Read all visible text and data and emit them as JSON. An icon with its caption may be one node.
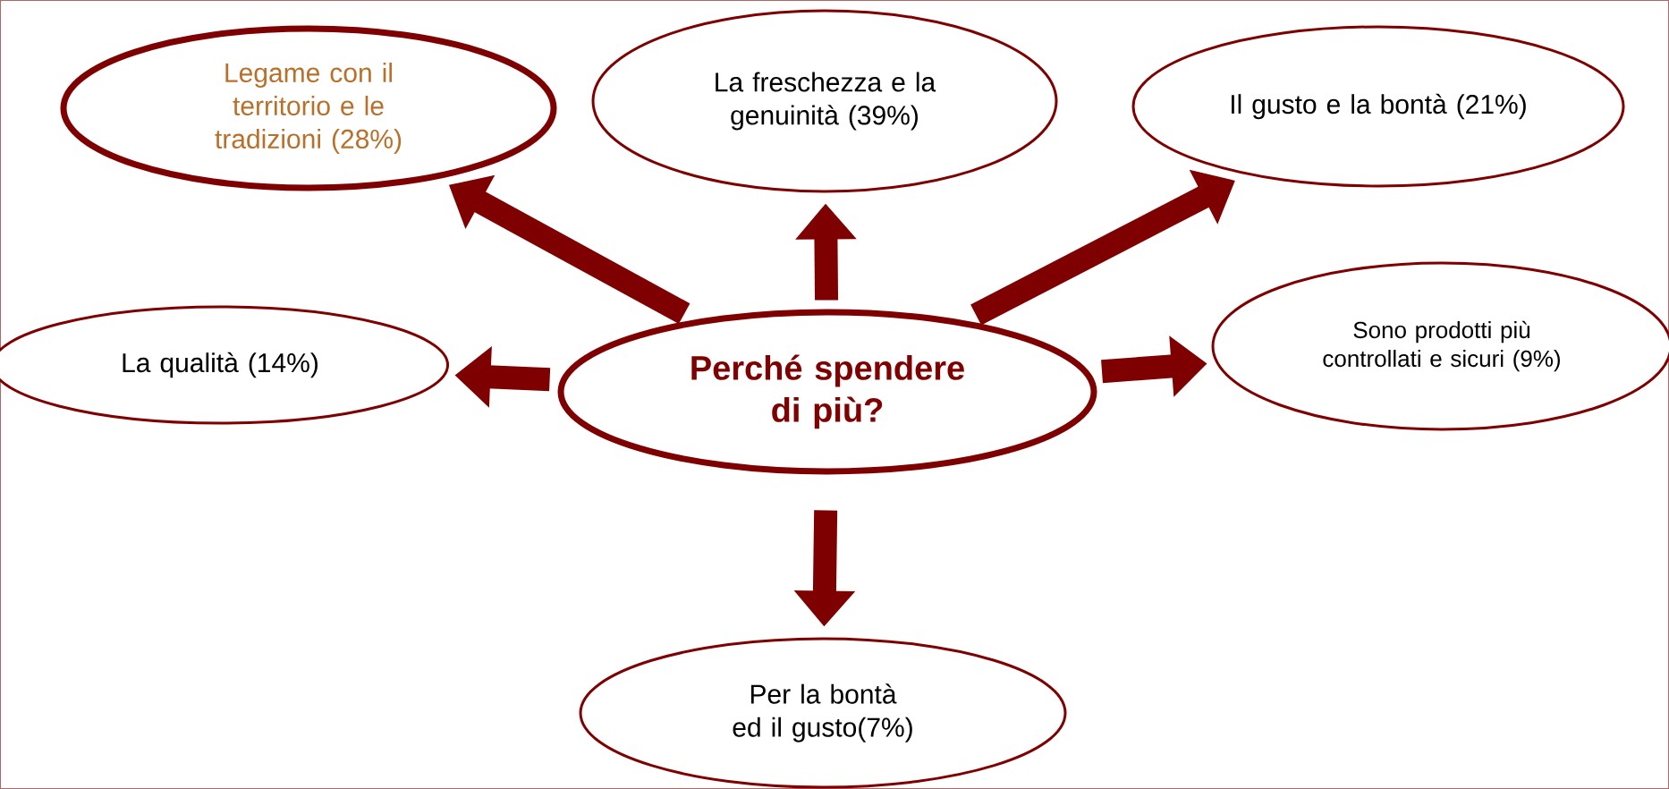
{
  "diagram": {
    "nodes": [
      {
        "text": [
          "Legame con il territorio e le tradizioni (28%)"
        ]
      },
      {
        "text": [
          "La freschezza e la genuinità (39%)"
        ]
      },
      {
        "text": [
          "Il gusto e la bontà (21%)"
        ]
      },
      {
        "text": [
          "La qualità (14%)"
        ]
      },
      {
        "text": [
          "Perché spendere di più?"
        ]
      },
      {
        "text": [
          "Sono prodotti più controllati e sicuri (9%)"
        ]
      },
      {
        "text": [
          "Per la bontà ed il gusto(7%)"
        ]
      }
    ],
    "edges": [
      {
        "from": 4,
        "to": 0,
        "arrow": "to"
      },
      {
        "from": 4,
        "to": 1,
        "arrow": "to"
      },
      {
        "from": 4,
        "to": 2,
        "arrow": "to"
      },
      {
        "from": 4,
        "to": 3,
        "arrow": "to"
      },
      {
        "from": 4,
        "to": 5,
        "arrow": "to"
      },
      {
        "from": 4,
        "to": 6,
        "arrow": "to"
      }
    ]
  }
}
